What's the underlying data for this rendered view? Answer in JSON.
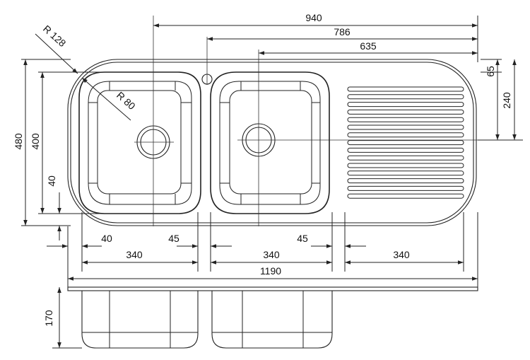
{
  "dimensions": {
    "width_940": "940",
    "width_786": "786",
    "width_635": "635",
    "radius_outer": "R 128",
    "radius_inner": "R 80",
    "height_480": "480",
    "height_400": "400",
    "offset_40_left": "40",
    "offset_65": "65",
    "drainer_240": "240",
    "offset_40_bottom": "40",
    "gap_45_left": "45",
    "gap_45_right": "45",
    "bowl_340_left": "340",
    "bowl_340_middle": "340",
    "drainer_340": "340",
    "overall_1190": "1190",
    "depth_170": "170"
  },
  "colors": {
    "line": "#222222",
    "background": "#ffffff"
  }
}
